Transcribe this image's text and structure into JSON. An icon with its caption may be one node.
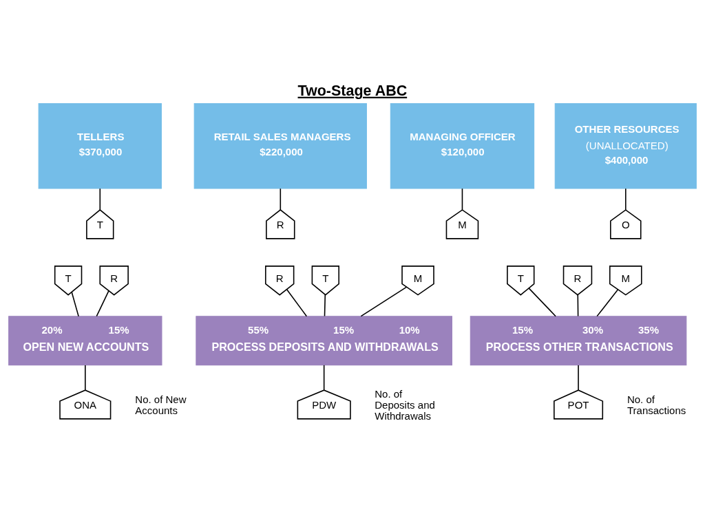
{
  "diagram": {
    "title": "Two-Stage ABC",
    "nodes": [
      {
        "text": [
          "TELLERS",
          "$370,000"
        ]
      },
      {
        "text": [
          "RETAIL SALES MANAGERS",
          "$220,000"
        ]
      },
      {
        "text": [
          "MANAGING OFFICER",
          "$120,000"
        ]
      },
      {
        "text": [
          "OTHER RESOURCES",
          "(UNALLOCATED)",
          "$400,000"
        ]
      },
      {
        "text": [
          "T"
        ]
      },
      {
        "text": [
          "R"
        ]
      },
      {
        "text": [
          "M"
        ]
      },
      {
        "text": [
          "O"
        ]
      },
      {
        "text": [
          "T"
        ]
      },
      {
        "text": [
          "R"
        ]
      },
      {
        "text": [
          "T"
        ]
      },
      {
        "text": [
          "R"
        ]
      },
      {
        "text": [
          "M"
        ]
      },
      {
        "text": [
          "T"
        ]
      },
      {
        "text": [
          "R"
        ]
      },
      {
        "text": [
          "M"
        ]
      },
      {
        "text": [
          "20%",
          "15%",
          "OPEN NEW ACCOUNTS"
        ]
      },
      {
        "text": [
          "55%",
          "15%",
          "10%",
          "PROCESS DEPOSITS AND WITHDRAWALS"
        ]
      },
      {
        "text": [
          "15%",
          "30%",
          "35%",
          "PROCESS OTHER TRANSACTIONS"
        ]
      },
      {
        "text": [
          "ONA"
        ],
        "beside": [
          "No. of New Accounts"
        ]
      },
      {
        "text": [
          "PDW"
        ],
        "beside": [
          "No. of Deposits and Withdrawals"
        ]
      },
      {
        "text": [
          "POT"
        ],
        "beside": [
          "No. of Transactions"
        ]
      }
    ],
    "edges": [
      {
        "from": 0,
        "to": 4,
        "arrow": "none"
      },
      {
        "from": 1,
        "to": 5,
        "arrow": "none"
      },
      {
        "from": 2,
        "to": 6,
        "arrow": "none"
      },
      {
        "from": 3,
        "to": 7,
        "arrow": "none"
      },
      {
        "from": 8,
        "to": 16,
        "arrow": "none"
      },
      {
        "from": 9,
        "to": 16,
        "arrow": "none"
      },
      {
        "from": 10,
        "to": 17,
        "arrow": "none"
      },
      {
        "from": 11,
        "to": 17,
        "arrow": "none"
      },
      {
        "from": 12,
        "to": 17,
        "arrow": "none"
      },
      {
        "from": 13,
        "to": 18,
        "arrow": "none"
      },
      {
        "from": 14,
        "to": 18,
        "arrow": "none"
      },
      {
        "from": 15,
        "to": 18,
        "arrow": "none"
      },
      {
        "from": 16,
        "to": 19,
        "arrow": "none"
      },
      {
        "from": 17,
        "to": 20,
        "arrow": "none"
      },
      {
        "from": 18,
        "to": 21,
        "arrow": "none"
      }
    ]
  }
}
